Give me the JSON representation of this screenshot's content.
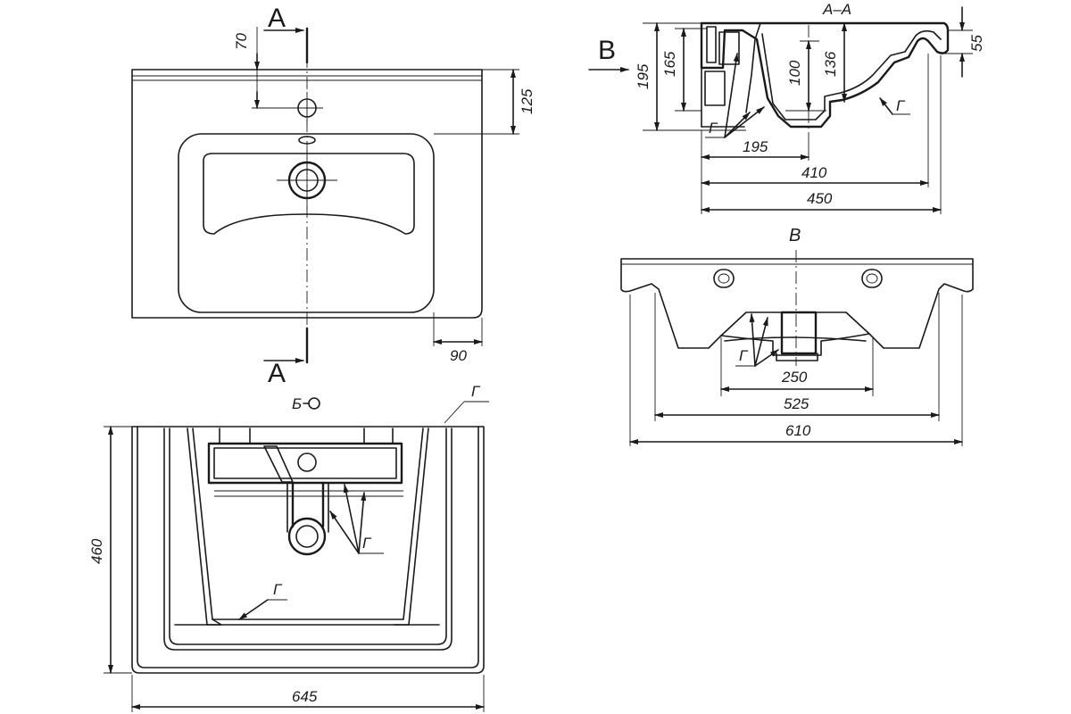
{
  "views": {
    "plan": {
      "section_mark": "A",
      "dimensions": {
        "tap_offset": "70",
        "rim_depth": "125",
        "side_rim": "90"
      }
    },
    "bottom": {
      "view_mark": "Б",
      "material_mark": "Г",
      "dimensions": {
        "depth": "460",
        "width": "645"
      }
    },
    "section": {
      "title": "А–А",
      "view_arrow": "В",
      "material_mark": "Г",
      "dimensions": {
        "height_total": "195",
        "height_inner": "165",
        "drain_depth": "100",
        "bowl_depth": "136",
        "rim_height": "55",
        "drain_offset": "195",
        "bowl_length": "410",
        "overall_depth": "450"
      }
    },
    "front": {
      "title": "В",
      "material_mark": "Г",
      "dimensions": {
        "drain_width": "250",
        "bowl_width": "525",
        "overall_width": "610"
      }
    }
  }
}
